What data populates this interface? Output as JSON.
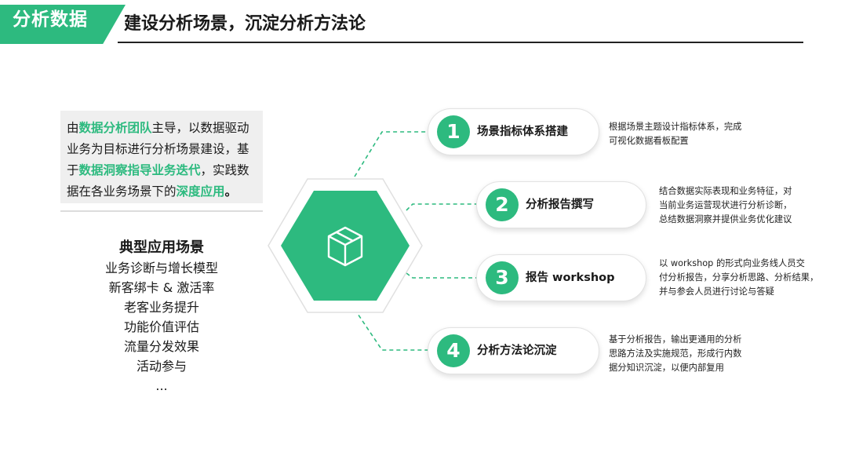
{
  "header": {
    "tag": "分析数据",
    "title": "建设分析场景，沉淀分析方法论"
  },
  "intro": {
    "p1": "由",
    "h1": "数据分析团队",
    "p2": "主导，以数据驱动业务为目标进行分析场景建设，基于",
    "h2": "数据洞察指导业务迭代",
    "p3": "，实践数据在各业务场景下的",
    "h3": "深度应用",
    "p4": "。"
  },
  "scenes": {
    "title": "典型应用场景",
    "items": [
      "业务诊断与增长模型",
      "新客绑卡 & 激活率",
      "老客业务提升",
      "功能价值评估",
      "流量分发效果",
      "活动参与",
      "..."
    ]
  },
  "steps": [
    {
      "num": "1",
      "label": "场景指标体系搭建",
      "desc": [
        "根据场景主题设计指标体系，完成",
        "可视化数据看板配置"
      ]
    },
    {
      "num": "2",
      "label": "分析报告撰写",
      "desc": [
        "结合数据实际表现和业务特征，对",
        "当前业务运营现状进行分析诊断，",
        "总结数据洞察并提供业务优化建议"
      ]
    },
    {
      "num": "3",
      "label": "报告 workshop",
      "desc": [
        "以 workshop 的形式向业务线人员交",
        "付分析报告，分享分析思路、分析结果，",
        "并与参会人员进行讨论与答疑"
      ]
    },
    {
      "num": "4",
      "label": "分析方法论沉淀",
      "desc": [
        "基于分析报告，输出更通用的分析",
        "思路方法及实施规范，形成行内数",
        "据分知识沉淀，以便内部复用"
      ]
    }
  ],
  "colors": {
    "accent": "#2dba7f",
    "text": "#1a1a1a",
    "panel": "#efefef"
  },
  "icons": {
    "hub": "box-icon"
  }
}
